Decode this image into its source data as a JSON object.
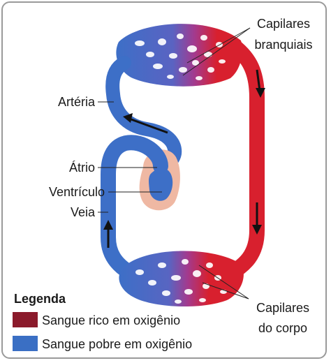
{
  "labels": {
    "arteria": "Artéria",
    "atrio": "Átrio",
    "ventriculo": "Ventrículo",
    "veia": "Veia",
    "capilares_branquiais_line1": "Capilares",
    "capilares_branquiais_line2": "branquiais",
    "capilares_corpo_line1": "Capilares",
    "capilares_corpo_line2": "do corpo"
  },
  "legend": {
    "title": "Legenda",
    "items": [
      {
        "label": "Sangue rico em oxigênio",
        "color": "#8b1a2b"
      },
      {
        "label": "Sangue pobre em oxigênio",
        "color": "#3a6fc4"
      }
    ]
  },
  "colors": {
    "oxygen_rich": "#d8202e",
    "oxygen_poor": "#3d6fc7",
    "heart_tissue": "#efb8a3",
    "frame_border": "#9a9a9a"
  }
}
